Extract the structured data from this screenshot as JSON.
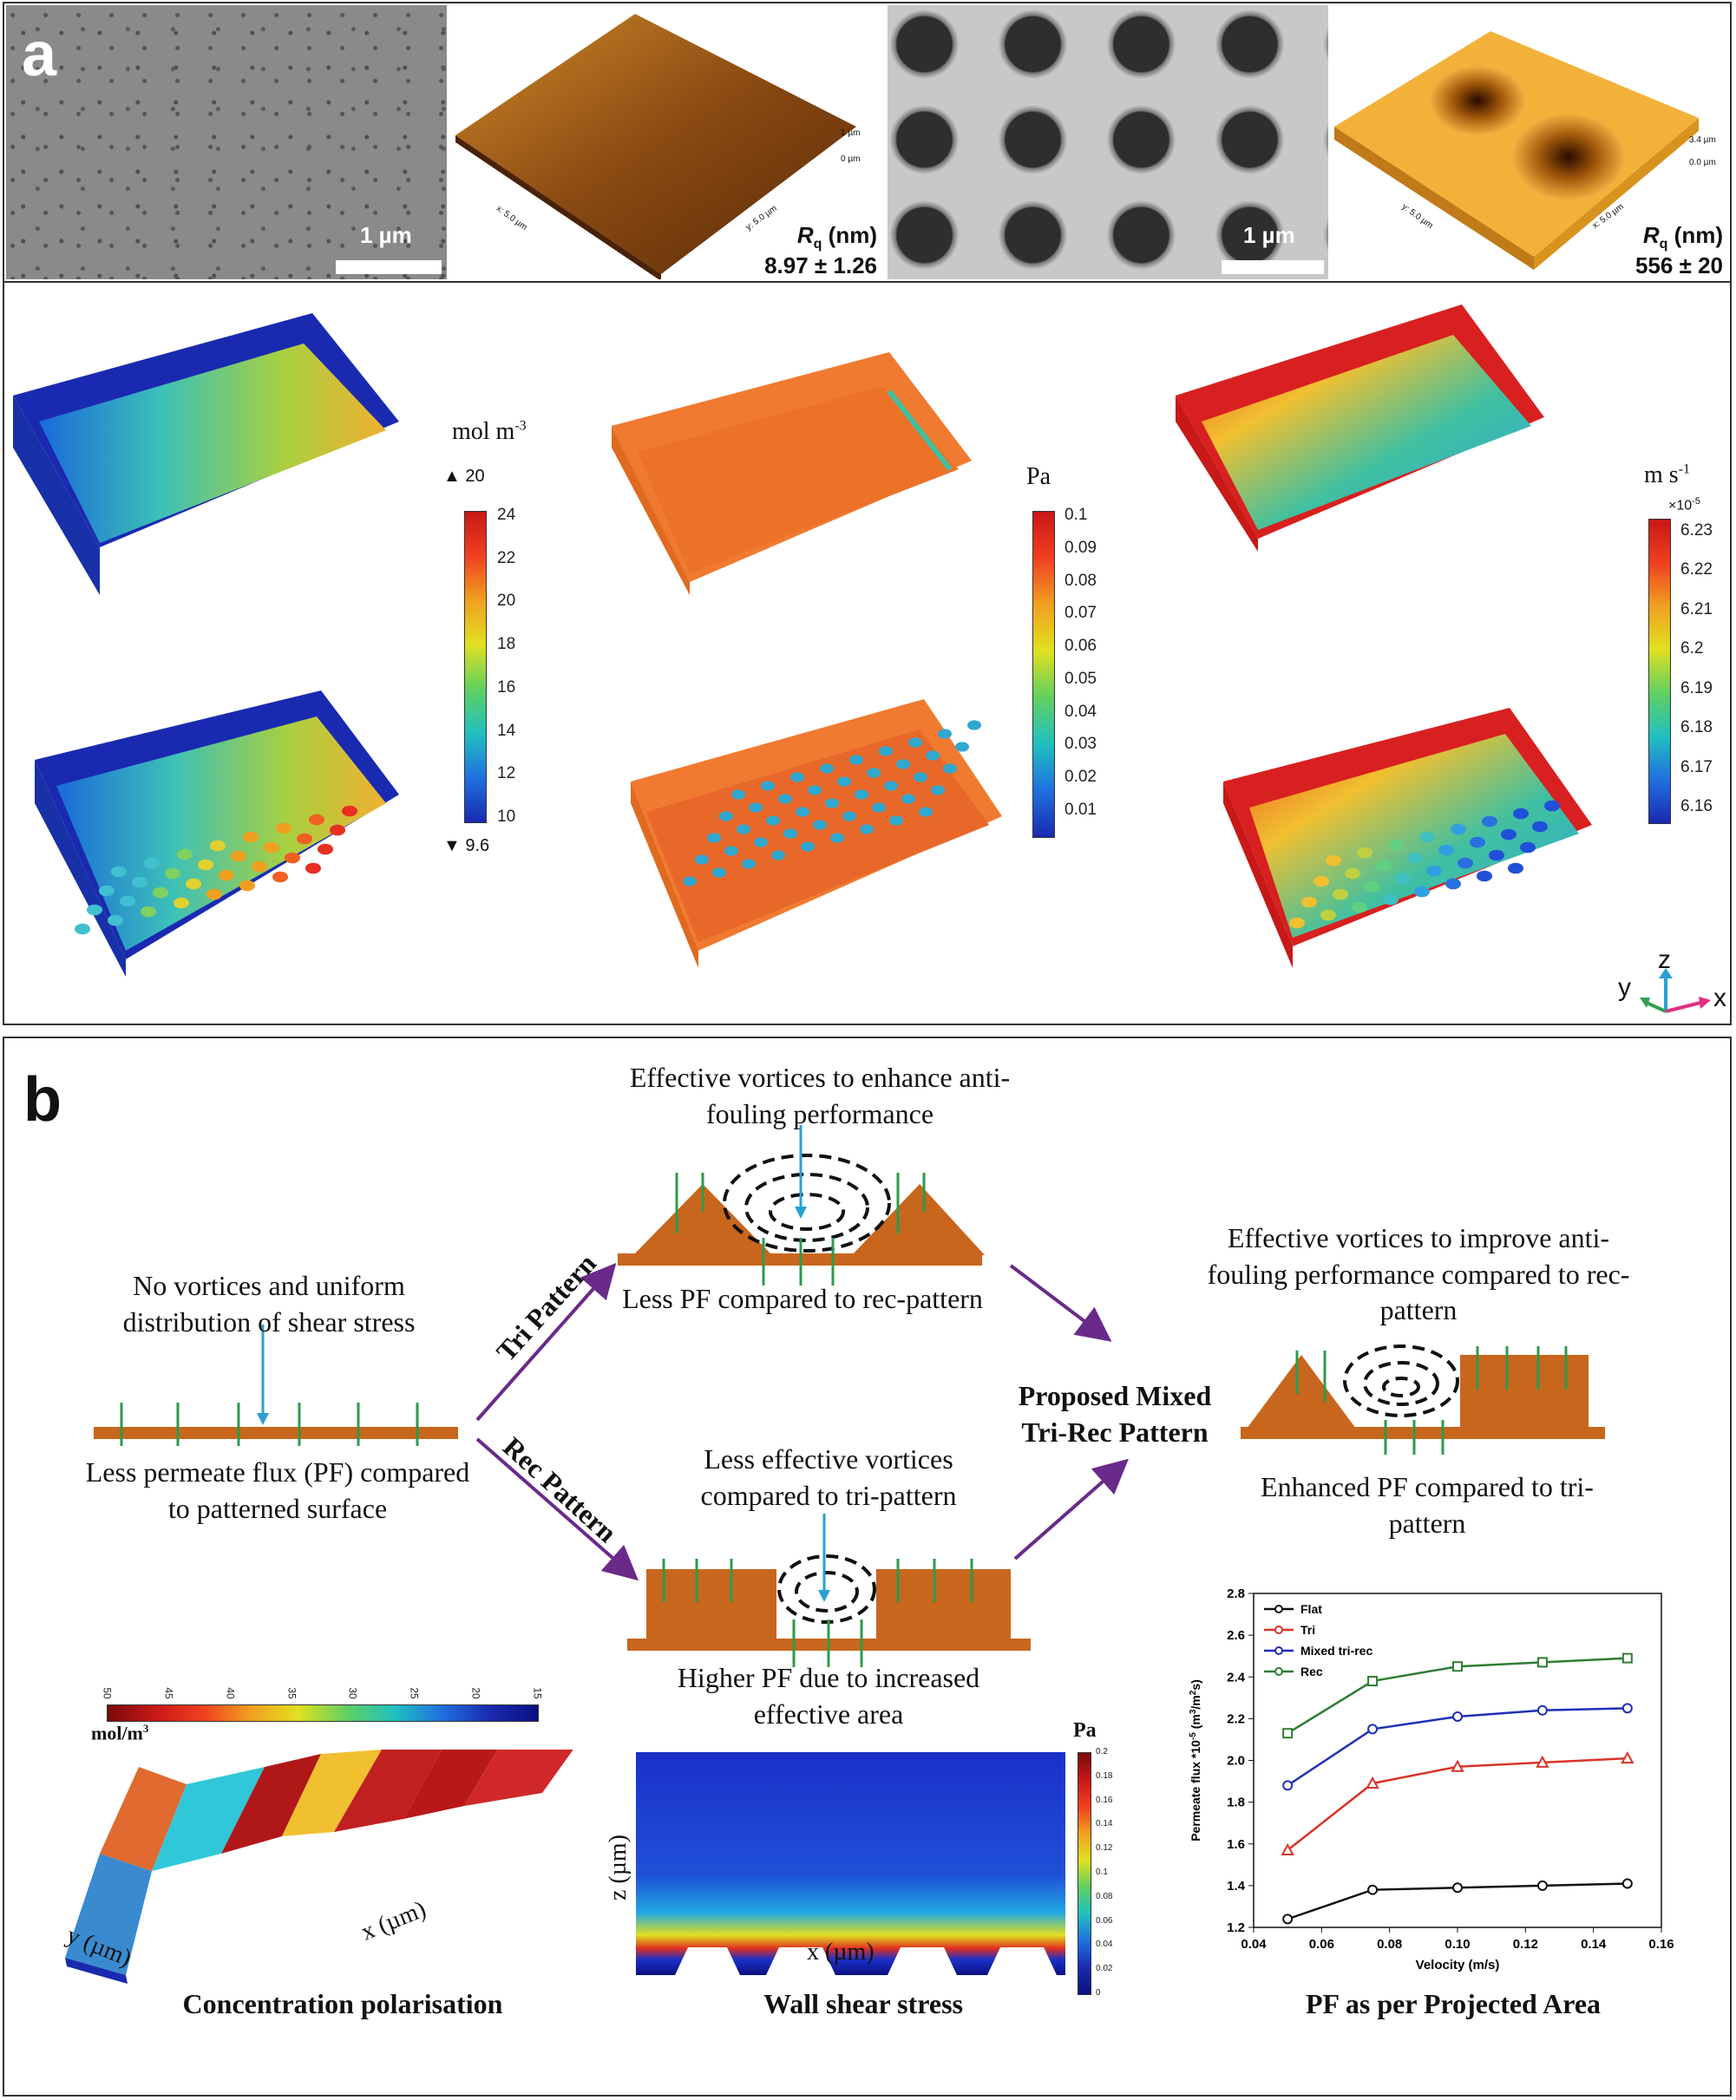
{
  "panel_a": {
    "label": "a",
    "sem1_scale": "1 µm",
    "afm1": {
      "rq_label": "R",
      "rq_sub": "q",
      "rq_unit": " (nm)",
      "rq_value": "8.97 ± 1.26",
      "z_top": "1 µm",
      "z_bottom": "0 µm",
      "x_axis": "x: 5.0 µm",
      "y_axis": "y: 5.0 µm"
    },
    "sem2_scale": "1 µm",
    "afm2": {
      "rq_label": "R",
      "rq_sub": "q",
      "rq_unit": " (nm)",
      "rq_value": "556 ± 20",
      "z_top": "3.4 µm",
      "z_bottom": "0.0 µm",
      "x_axis": "x: 5.0 µm",
      "y_axis": "y: 5.0 µm"
    },
    "conc": {
      "unit": "mol m",
      "unit_sup": "-3",
      "max_marker": "▲ 20",
      "min_marker": "▼ 9.6",
      "ticks": [
        "24",
        "22",
        "20",
        "18",
        "16",
        "14",
        "12",
        "10"
      ]
    },
    "pressure": {
      "unit": "Pa",
      "ticks": [
        "0.1",
        "0.09",
        "0.08",
        "0.07",
        "0.06",
        "0.05",
        "0.04",
        "0.03",
        "0.02",
        "0.01"
      ]
    },
    "velocity": {
      "unit": "m s",
      "unit_sup": "-1",
      "multiplier": "×10",
      "multiplier_sup": "-5",
      "ticks": [
        "6.23",
        "6.22",
        "6.21",
        "6.2",
        "6.19",
        "6.18",
        "6.17",
        "6.16"
      ]
    },
    "axes": {
      "y": "y",
      "z": "z",
      "x": "x"
    }
  },
  "panel_b": {
    "label": "b",
    "flat_note": "No vortices and uniform distribution of shear stress",
    "flat_caption": "Less permeate flux (PF) compared to patterned surface",
    "tri_arrow_label": "Tri Pattern",
    "rec_arrow_label": "Rec Pattern",
    "tri_note": "Effective vortices to enhance anti-fouling performance",
    "tri_caption": "Less PF compared to rec-pattern",
    "rec_note": "Less effective vortices compared to tri-pattern",
    "rec_caption": "Higher PF due to increased effective area",
    "mixed_title": "Proposed Mixed Tri-Rec Pattern",
    "mixed_note": "Effective vortices to improve anti-fouling performance compared to rec-pattern",
    "mixed_caption": "Enhanced PF compared to tri-pattern",
    "conc_colorbar": {
      "ticks": [
        "50",
        "45",
        "40",
        "35",
        "30",
        "25",
        "20",
        "15"
      ],
      "unit": "mol/m",
      "unit_sup": "3"
    },
    "conc_axes": {
      "x": "x (µm)",
      "y": "y (µm)"
    },
    "conc_caption": "Concentration polarisation",
    "shear_unit": "Pa",
    "shear_ticks": [
      "0.2",
      "0.18",
      "0.16",
      "0.14",
      "0.12",
      "0.1",
      "0.08",
      "0.06",
      "0.04",
      "0.02",
      "0"
    ],
    "shear_axes": {
      "x": "x (µm)",
      "z": "z (µm)"
    },
    "shear_caption": "Wall shear stress",
    "chart_caption": "PF as per Projected Area"
  },
  "chart_data": {
    "type": "line",
    "title": "",
    "xlabel": "Velocity (m/s)",
    "ylabel": "Permeate flux *10",
    "ylabel_sup": "-5",
    "ylabel_rest": " (m",
    "ylabel_sup2": "3",
    "ylabel_rest2": "/m",
    "ylabel_sup3": "2",
    "ylabel_rest3": "s)",
    "xlim": [
      0.04,
      0.16
    ],
    "ylim": [
      1.2,
      2.8
    ],
    "xticks": [
      "0.04",
      "0.06",
      "0.08",
      "0.10",
      "0.12",
      "0.14",
      "0.16"
    ],
    "yticks": [
      "1.2",
      "1.4",
      "1.6",
      "1.8",
      "2.0",
      "2.2",
      "2.4",
      "2.6",
      "2.8"
    ],
    "x": [
      0.05,
      0.075,
      0.1,
      0.125,
      0.15
    ],
    "legend_position": "top-left",
    "series": [
      {
        "name": "Flat",
        "color": "#111111",
        "marker": "circle",
        "values": [
          1.24,
          1.38,
          1.39,
          1.4,
          1.41
        ]
      },
      {
        "name": "Tri",
        "color": "#d9342b",
        "marker": "triangle",
        "values": [
          1.57,
          1.89,
          1.97,
          1.99,
          2.01
        ]
      },
      {
        "name": "Mixed tri-rec",
        "color": "#1f2fb4",
        "marker": "circle",
        "values": [
          1.88,
          2.15,
          2.21,
          2.24,
          2.25
        ]
      },
      {
        "name": "Rec",
        "color": "#2e7d32",
        "marker": "square",
        "values": [
          2.13,
          2.38,
          2.45,
          2.47,
          2.49
        ]
      }
    ]
  }
}
